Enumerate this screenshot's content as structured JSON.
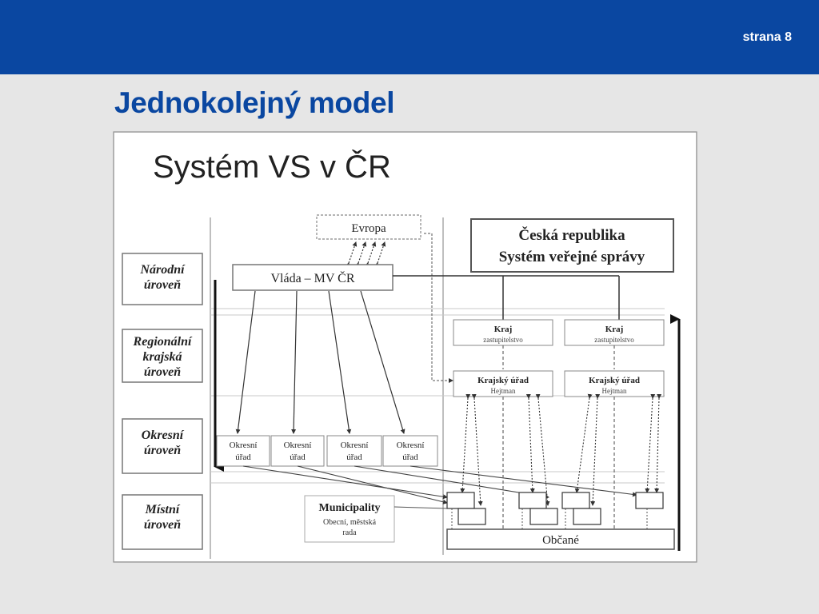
{
  "slide": {
    "page_number": "strana 8",
    "title": "Jednokolejný model"
  },
  "diagram": {
    "heading": "Systém VS v ČR",
    "levels": [
      {
        "line1": "Národní",
        "line2": "úroveň",
        "line3": ""
      },
      {
        "line1": "Regionální",
        "line2": "krajská",
        "line3": "úroveň"
      },
      {
        "line1": "Okresní",
        "line2": "úroveň",
        "line3": ""
      },
      {
        "line1": "Místní",
        "line2": "úroveň",
        "line3": ""
      }
    ],
    "evropa": "Evropa",
    "vlada": "Vláda – MV ČR",
    "republic": {
      "line1": "Česká republika",
      "line2": "Systém veřejné správy"
    },
    "okresni_urad": [
      {
        "line1": "Okresní",
        "line2": "úřad"
      },
      {
        "line1": "Okresní",
        "line2": "úřad"
      },
      {
        "line1": "Okresní",
        "line2": "úřad"
      },
      {
        "line1": "Okresní",
        "line2": "úřad"
      }
    ],
    "kraj": [
      {
        "title": "Kraj",
        "sub": "zastupitelstvo"
      },
      {
        "title": "Kraj",
        "sub": "zastupitelstvo"
      }
    ],
    "krajsky_urad": [
      {
        "title": "Krajský úřad",
        "sub": "Hejtman"
      },
      {
        "title": "Krajský úřad",
        "sub": "Hejtman"
      }
    ],
    "municipality": {
      "title": "Municipality",
      "line1": "Obecní, městská",
      "line2": "rada"
    },
    "obcane": "Občané"
  }
}
